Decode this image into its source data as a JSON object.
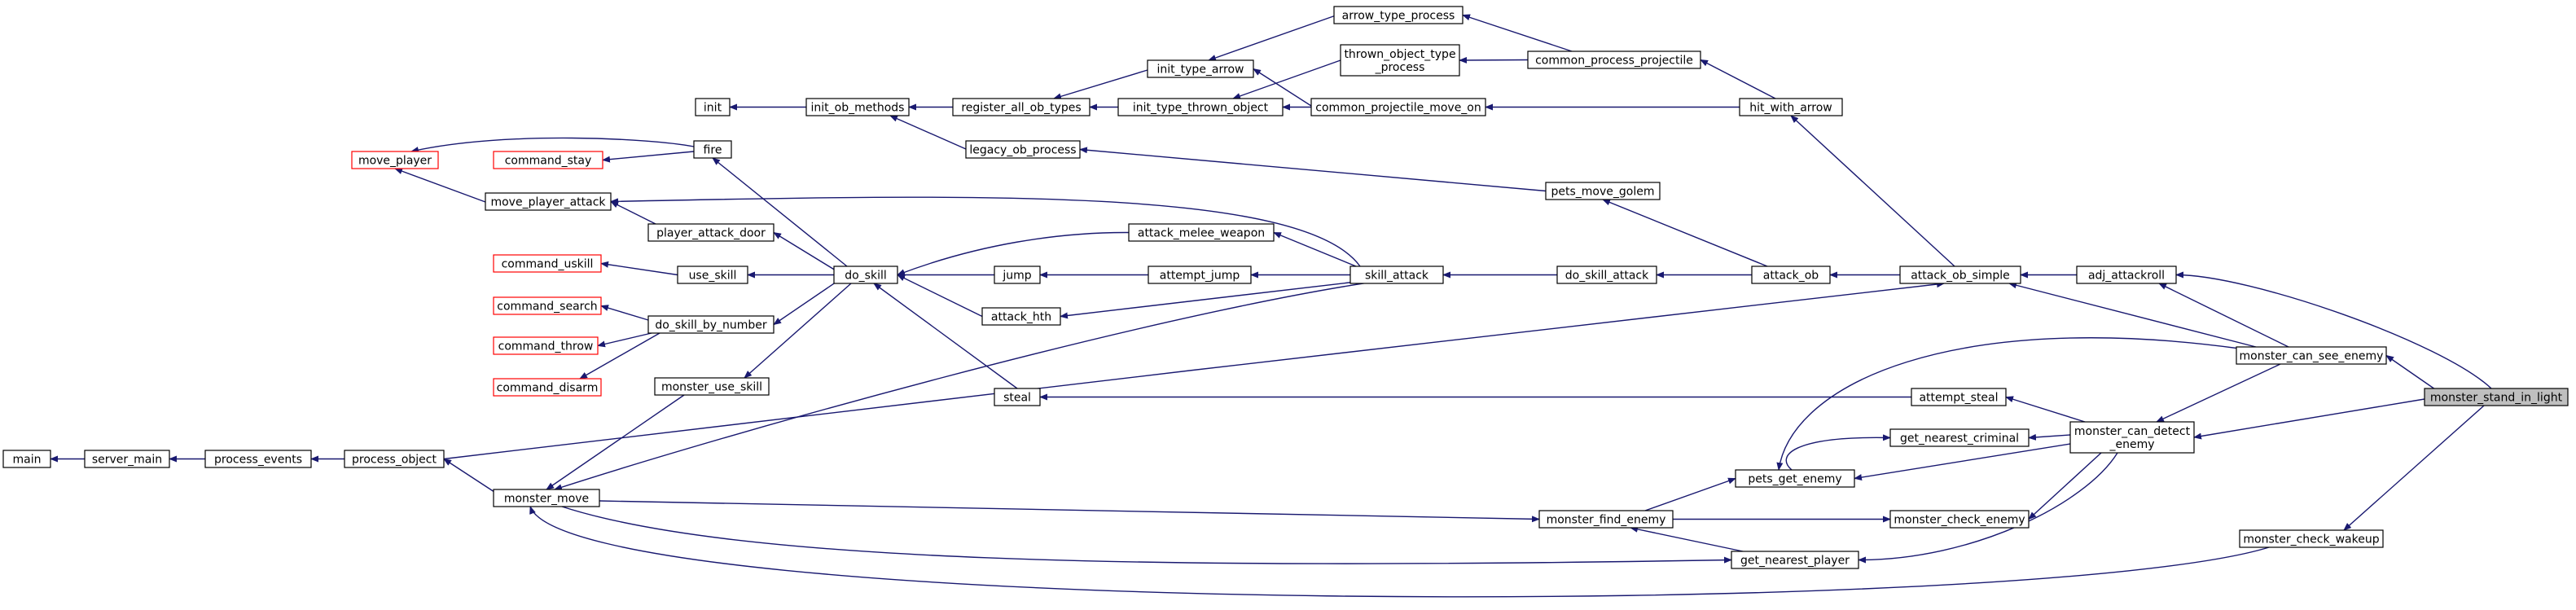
{
  "nodes": [
    {
      "id": "monster_stand_in_light",
      "lines": [
        "monster_stand_in_light"
      ],
      "style": "focus"
    },
    {
      "id": "adj_attackroll",
      "lines": [
        "adj_attackroll"
      ],
      "style": "normal"
    },
    {
      "id": "monster_can_see_enemy",
      "lines": [
        "monster_can_see_enemy"
      ],
      "style": "normal"
    },
    {
      "id": "monster_can_detect_enemy",
      "lines": [
        "monster_can_detect",
        "_enemy"
      ],
      "style": "normal"
    },
    {
      "id": "monster_check_wakeup",
      "lines": [
        "monster_check_wakeup"
      ],
      "style": "normal"
    },
    {
      "id": "attack_ob_simple",
      "lines": [
        "attack_ob_simple"
      ],
      "style": "normal"
    },
    {
      "id": "attempt_steal",
      "lines": [
        "attempt_steal"
      ],
      "style": "normal"
    },
    {
      "id": "get_nearest_criminal",
      "lines": [
        "get_nearest_criminal"
      ],
      "style": "normal"
    },
    {
      "id": "pets_get_enemy",
      "lines": [
        "pets_get_enemy"
      ],
      "style": "normal"
    },
    {
      "id": "monster_check_enemy",
      "lines": [
        "monster_check_enemy"
      ],
      "style": "normal"
    },
    {
      "id": "get_nearest_player",
      "lines": [
        "get_nearest_player"
      ],
      "style": "normal"
    },
    {
      "id": "hit_with_arrow",
      "lines": [
        "hit_with_arrow"
      ],
      "style": "normal"
    },
    {
      "id": "attack_ob",
      "lines": [
        "attack_ob"
      ],
      "style": "normal"
    },
    {
      "id": "monster_find_enemy",
      "lines": [
        "monster_find_enemy"
      ],
      "style": "normal"
    },
    {
      "id": "arrow_type_process",
      "lines": [
        "arrow_type_process"
      ],
      "style": "normal"
    },
    {
      "id": "common_process_projectile",
      "lines": [
        "common_process_projectile"
      ],
      "style": "normal"
    },
    {
      "id": "thrown_object_type_process",
      "lines": [
        "thrown_object_type",
        "_process"
      ],
      "style": "normal"
    },
    {
      "id": "common_projectile_move_on",
      "lines": [
        "common_projectile_move_on"
      ],
      "style": "normal"
    },
    {
      "id": "pets_move_golem",
      "lines": [
        "pets_move_golem"
      ],
      "style": "normal"
    },
    {
      "id": "do_skill_attack",
      "lines": [
        "do_skill_attack"
      ],
      "style": "normal"
    },
    {
      "id": "skill_attack",
      "lines": [
        "skill_attack"
      ],
      "style": "normal"
    },
    {
      "id": "init_type_arrow",
      "lines": [
        "init_type_arrow"
      ],
      "style": "normal"
    },
    {
      "id": "init_type_thrown_object",
      "lines": [
        "init_type_thrown_object"
      ],
      "style": "normal"
    },
    {
      "id": "register_all_ob_types",
      "lines": [
        "register_all_ob_types"
      ],
      "style": "normal"
    },
    {
      "id": "legacy_ob_process",
      "lines": [
        "legacy_ob_process"
      ],
      "style": "normal"
    },
    {
      "id": "init_ob_methods",
      "lines": [
        "init_ob_methods"
      ],
      "style": "normal"
    },
    {
      "id": "init",
      "lines": [
        "init"
      ],
      "style": "normal"
    },
    {
      "id": "attack_melee_weapon",
      "lines": [
        "attack_melee_weapon"
      ],
      "style": "normal"
    },
    {
      "id": "attempt_jump",
      "lines": [
        "attempt_jump"
      ],
      "style": "normal"
    },
    {
      "id": "jump",
      "lines": [
        "jump"
      ],
      "style": "normal"
    },
    {
      "id": "attack_hth",
      "lines": [
        "attack_hth"
      ],
      "style": "normal"
    },
    {
      "id": "steal",
      "lines": [
        "steal"
      ],
      "style": "normal"
    },
    {
      "id": "do_skill",
      "lines": [
        "do_skill"
      ],
      "style": "normal"
    },
    {
      "id": "fire",
      "lines": [
        "fire"
      ],
      "style": "normal"
    },
    {
      "id": "player_attack_door",
      "lines": [
        "player_attack_door"
      ],
      "style": "normal"
    },
    {
      "id": "use_skill",
      "lines": [
        "use_skill"
      ],
      "style": "normal"
    },
    {
      "id": "do_skill_by_number",
      "lines": [
        "do_skill_by_number"
      ],
      "style": "normal"
    },
    {
      "id": "monster_use_skill",
      "lines": [
        "monster_use_skill"
      ],
      "style": "normal"
    },
    {
      "id": "move_player_attack",
      "lines": [
        "move_player_attack"
      ],
      "style": "normal"
    },
    {
      "id": "move_player",
      "lines": [
        "move_player"
      ],
      "style": "red"
    },
    {
      "id": "command_stay",
      "lines": [
        "command_stay"
      ],
      "style": "red"
    },
    {
      "id": "command_uskill",
      "lines": [
        "command_uskill"
      ],
      "style": "red"
    },
    {
      "id": "command_search",
      "lines": [
        "command_search"
      ],
      "style": "red"
    },
    {
      "id": "command_throw",
      "lines": [
        "command_throw"
      ],
      "style": "red"
    },
    {
      "id": "command_disarm",
      "lines": [
        "command_disarm"
      ],
      "style": "red"
    },
    {
      "id": "monster_move",
      "lines": [
        "monster_move"
      ],
      "style": "normal"
    },
    {
      "id": "process_object",
      "lines": [
        "process_object"
      ],
      "style": "normal"
    },
    {
      "id": "process_events",
      "lines": [
        "process_events"
      ],
      "style": "normal"
    },
    {
      "id": "server_main",
      "lines": [
        "server_main"
      ],
      "style": "normal"
    },
    {
      "id": "main",
      "lines": [
        "main"
      ],
      "style": "normal"
    }
  ],
  "edges": [
    {
      "from": "adj_attackroll",
      "to": "monster_stand_in_light"
    },
    {
      "from": "monster_can_see_enemy",
      "to": "monster_stand_in_light"
    },
    {
      "from": "monster_can_detect_enemy",
      "to": "monster_stand_in_light"
    },
    {
      "from": "monster_check_wakeup",
      "to": "monster_stand_in_light"
    },
    {
      "from": "attack_ob_simple",
      "to": "adj_attackroll"
    },
    {
      "from": "adj_attackroll",
      "to": "monster_can_see_enemy"
    },
    {
      "from": "attack_ob_simple",
      "to": "monster_can_see_enemy"
    },
    {
      "from": "pets_get_enemy",
      "to": "monster_can_see_enemy"
    },
    {
      "from": "monster_can_detect_enemy",
      "to": "monster_can_see_enemy"
    },
    {
      "from": "attempt_steal",
      "to": "monster_can_detect_enemy"
    },
    {
      "from": "get_nearest_criminal",
      "to": "monster_can_detect_enemy"
    },
    {
      "from": "pets_get_enemy",
      "to": "monster_can_detect_enemy"
    },
    {
      "from": "monster_check_enemy",
      "to": "monster_can_detect_enemy"
    },
    {
      "from": "get_nearest_player",
      "to": "monster_can_detect_enemy"
    },
    {
      "from": "monster_move",
      "to": "monster_check_wakeup"
    },
    {
      "from": "hit_with_arrow",
      "to": "attack_ob_simple"
    },
    {
      "from": "attack_ob",
      "to": "attack_ob_simple"
    },
    {
      "from": "process_object",
      "to": "attack_ob_simple"
    },
    {
      "from": "common_process_projectile",
      "to": "hit_with_arrow"
    },
    {
      "from": "common_projectile_move_on",
      "to": "hit_with_arrow"
    },
    {
      "from": "arrow_type_process",
      "to": "common_process_projectile"
    },
    {
      "from": "thrown_object_type_process",
      "to": "common_process_projectile"
    },
    {
      "from": "init_type_arrow",
      "to": "arrow_type_process"
    },
    {
      "from": "init_type_arrow",
      "to": "common_projectile_move_on"
    },
    {
      "from": "init_type_thrown_object",
      "to": "common_projectile_move_on"
    },
    {
      "from": "init_type_thrown_object",
      "to": "thrown_object_type_process"
    },
    {
      "from": "register_all_ob_types",
      "to": "init_type_arrow"
    },
    {
      "from": "register_all_ob_types",
      "to": "init_type_thrown_object"
    },
    {
      "from": "init_ob_methods",
      "to": "register_all_ob_types"
    },
    {
      "from": "init_ob_methods",
      "to": "legacy_ob_process"
    },
    {
      "from": "init",
      "to": "init_ob_methods"
    },
    {
      "from": "legacy_ob_process",
      "to": "pets_move_golem"
    },
    {
      "from": "pets_move_golem",
      "to": "attack_ob"
    },
    {
      "from": "do_skill_attack",
      "to": "attack_ob"
    },
    {
      "from": "skill_attack",
      "to": "do_skill_attack"
    },
    {
      "from": "attack_melee_weapon",
      "to": "skill_attack"
    },
    {
      "from": "attempt_jump",
      "to": "skill_attack"
    },
    {
      "from": "attack_hth",
      "to": "skill_attack"
    },
    {
      "from": "move_player_attack",
      "to": "skill_attack"
    },
    {
      "from": "monster_move",
      "to": "skill_attack"
    },
    {
      "from": "do_skill",
      "to": "attack_melee_weapon"
    },
    {
      "from": "do_skill",
      "to": "jump"
    },
    {
      "from": "jump",
      "to": "attempt_jump"
    },
    {
      "from": "do_skill",
      "to": "attack_hth"
    },
    {
      "from": "do_skill",
      "to": "steal"
    },
    {
      "from": "steal",
      "to": "attempt_steal"
    },
    {
      "from": "fire",
      "to": "do_skill"
    },
    {
      "from": "player_attack_door",
      "to": "do_skill"
    },
    {
      "from": "use_skill",
      "to": "do_skill"
    },
    {
      "from": "do_skill_by_number",
      "to": "do_skill"
    },
    {
      "from": "monster_use_skill",
      "to": "do_skill"
    },
    {
      "from": "move_player",
      "to": "fire"
    },
    {
      "from": "command_stay",
      "to": "fire"
    },
    {
      "from": "move_player_attack",
      "to": "player_attack_door"
    },
    {
      "from": "move_player",
      "to": "move_player_attack"
    },
    {
      "from": "command_uskill",
      "to": "use_skill"
    },
    {
      "from": "command_search",
      "to": "do_skill_by_number"
    },
    {
      "from": "command_throw",
      "to": "do_skill_by_number"
    },
    {
      "from": "command_disarm",
      "to": "do_skill_by_number"
    },
    {
      "from": "monster_move",
      "to": "monster_use_skill"
    },
    {
      "from": "process_object",
      "to": "monster_move"
    },
    {
      "from": "monster_find_enemy",
      "to": "monster_move"
    },
    {
      "from": "get_nearest_player",
      "to": "monster_move"
    },
    {
      "from": "pets_get_enemy",
      "to": "monster_find_enemy"
    },
    {
      "from": "get_nearest_criminal",
      "to": "pets_get_enemy"
    },
    {
      "from": "monster_check_enemy",
      "to": "monster_find_enemy"
    },
    {
      "from": "monster_find_enemy",
      "to": "get_nearest_player"
    },
    {
      "from": "process_events",
      "to": "process_object"
    },
    {
      "from": "server_main",
      "to": "process_events"
    },
    {
      "from": "main",
      "to": "server_main"
    }
  ]
}
